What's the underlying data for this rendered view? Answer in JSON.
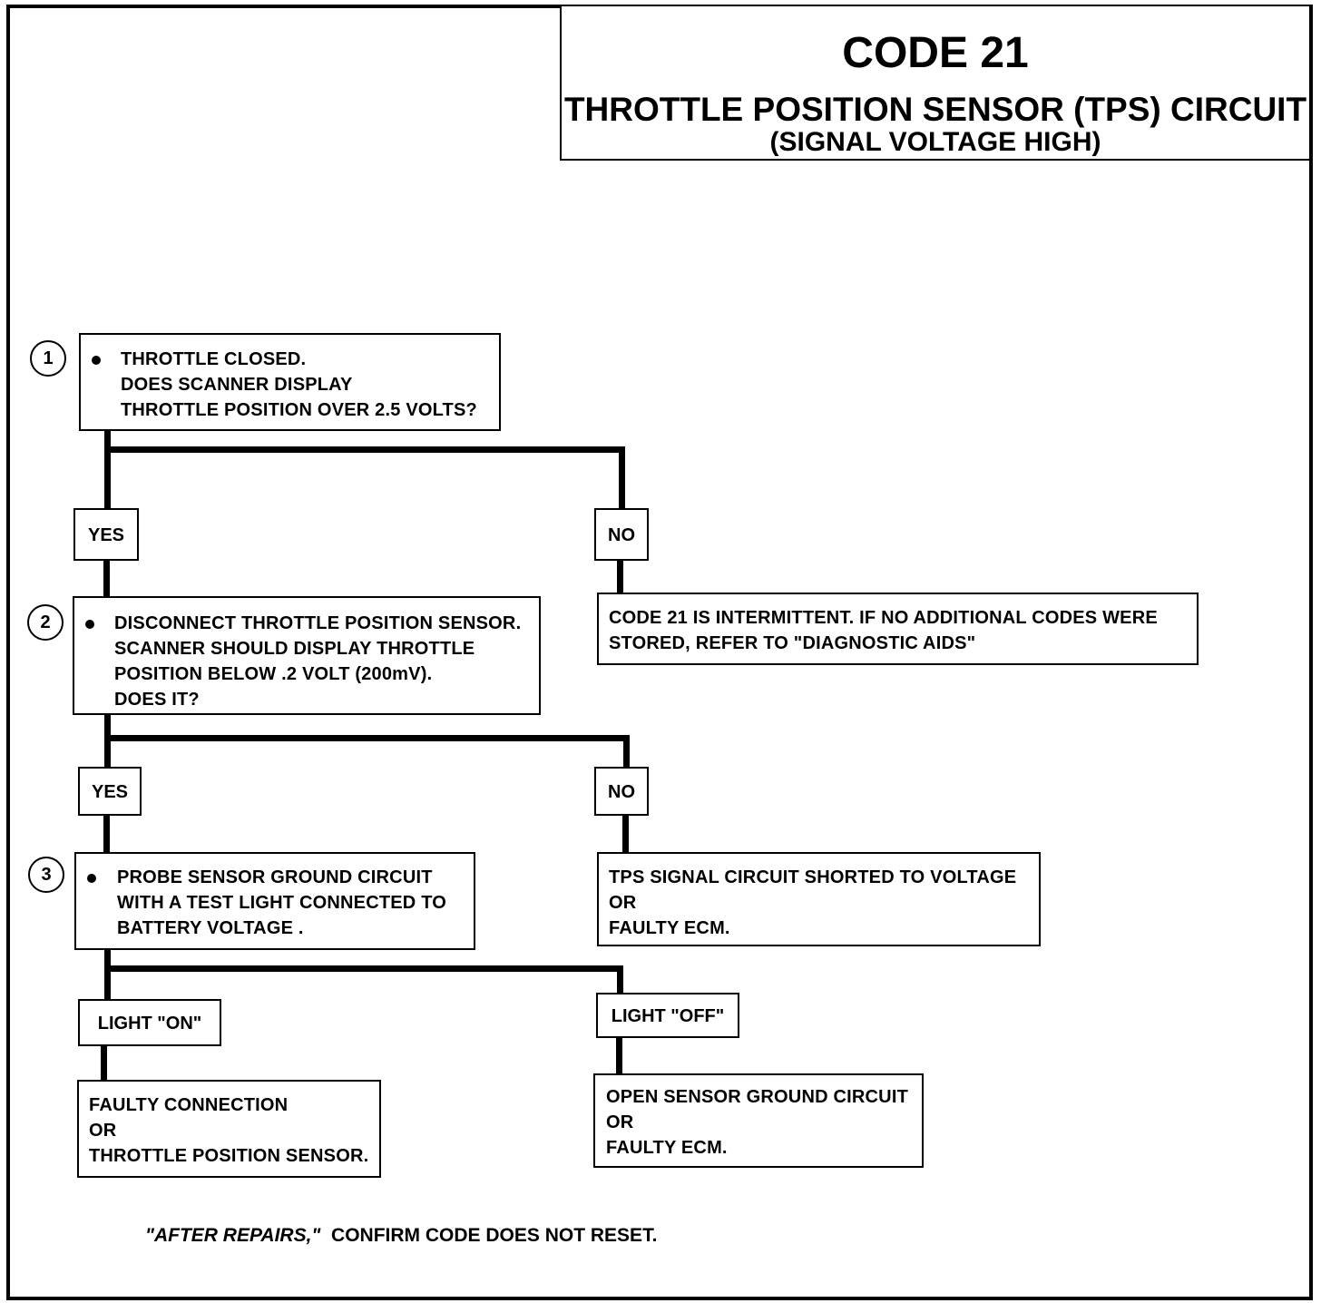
{
  "title": {
    "code": "CODE 21",
    "line1": "THROTTLE POSITION SENSOR (TPS) CIRCUIT",
    "line2": "(SIGNAL VOLTAGE HIGH)"
  },
  "steps": [
    {
      "number": "1",
      "lines": [
        "THROTTLE CLOSED.",
        "DOES SCANNER DISPLAY",
        "THROTTLE POSITION  OVER 2.5 VOLTS?"
      ]
    },
    {
      "number": "2",
      "lines": [
        "DISCONNECT THROTTLE POSITION SENSOR.",
        "SCANNER SHOULD DISPLAY THROTTLE",
        "POSITION BELOW .2 VOLT (200mV).",
        "DOES IT?"
      ]
    },
    {
      "number": "3",
      "lines": [
        "PROBE SENSOR GROUND CIRCUIT",
        "WITH A TEST LIGHT CONNECTED TO",
        "BATTERY VOLTAGE ."
      ]
    }
  ],
  "branch_labels": {
    "yes1": "YES",
    "no1": "NO",
    "yes2": "YES",
    "no2": "NO",
    "on3": "LIGHT \"ON\"",
    "off3": "LIGHT \"OFF\""
  },
  "results": {
    "intermittent": [
      "CODE 21 IS INTERMITTENT.  IF NO ADDITIONAL CODES WERE",
      "STORED, REFER TO  \"DIAGNOSTIC AIDS\""
    ],
    "tps_shorted": [
      "TPS SIGNAL CIRCUIT SHORTED TO VOLTAGE",
      "OR",
      "FAULTY ECM."
    ],
    "faulty_connection": [
      "FAULTY CONNECTION",
      "OR",
      "THROTTLE POSITION SENSOR."
    ],
    "open_ground": [
      "OPEN SENSOR GROUND CIRCUIT",
      "OR",
      "FAULTY ECM."
    ]
  },
  "footer": {
    "italic": "\"AFTER REPAIRS,\"",
    "rest": "  CONFIRM CODE DOES NOT RESET."
  }
}
